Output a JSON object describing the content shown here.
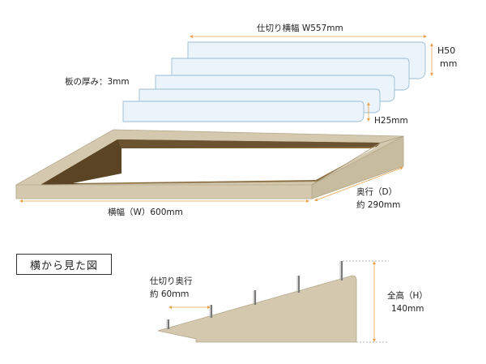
{
  "labels": {
    "partition_width": "仕切り横幅 W557mm",
    "partition_height_top": "H50",
    "partition_height_unit": "mm",
    "thickness": "板の厚み：3mm",
    "partition_height_low": "H25mm",
    "width": "横幅（W）600mm",
    "depth_line1": "奥行（D）",
    "depth_line2": "約 290mm",
    "side_view_title": "横から見た図",
    "partition_depth_line1": "仕切り奥行",
    "partition_depth_line2": "約 60ｍｍ",
    "total_height_line1": "全高（H）",
    "total_height_line2": "140mm"
  },
  "colors": {
    "wood": "#d4c9ae",
    "wood_dark": "#5a4424",
    "wood_inner": "#8a6a3c",
    "panel": "#eaf4fa",
    "panel_stroke": "#9bbdd2",
    "dimension": "#e8a04a",
    "guide": "#9a9a9a"
  }
}
